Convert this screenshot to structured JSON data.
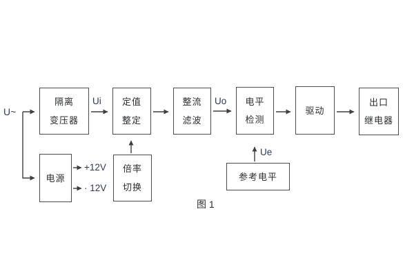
{
  "figure": {
    "caption": "图 1",
    "signals": {
      "input": "U~",
      "ui": "Ui",
      "uo": "Uo",
      "ue": "Ue"
    },
    "rails": {
      "positive": "+12V",
      "negative": "· 12V"
    },
    "blocks": {
      "isolation_transformer": {
        "line1": "隔离",
        "line2": "变压器"
      },
      "setting": {
        "line1": "定值",
        "line2": "整定"
      },
      "rectifier_filter": {
        "line1": "整流",
        "line2": "滤波"
      },
      "level_detection": {
        "line1": "电平",
        "line2": "检测"
      },
      "drive": {
        "line1": "驱动"
      },
      "output_relay": {
        "line1": "出口",
        "line2": "继电器"
      },
      "power_supply": {
        "line1": "电源"
      },
      "ratio_switch": {
        "line1": "倍率",
        "line2": "切换"
      },
      "reference_level": {
        "line1": "参考电平"
      }
    },
    "colors": {
      "line": "#3f3f3f",
      "box_border": "#4a4a4a",
      "text": "#2b2e33",
      "signal_text": "#2c3a55",
      "background": "#ffffff"
    }
  }
}
